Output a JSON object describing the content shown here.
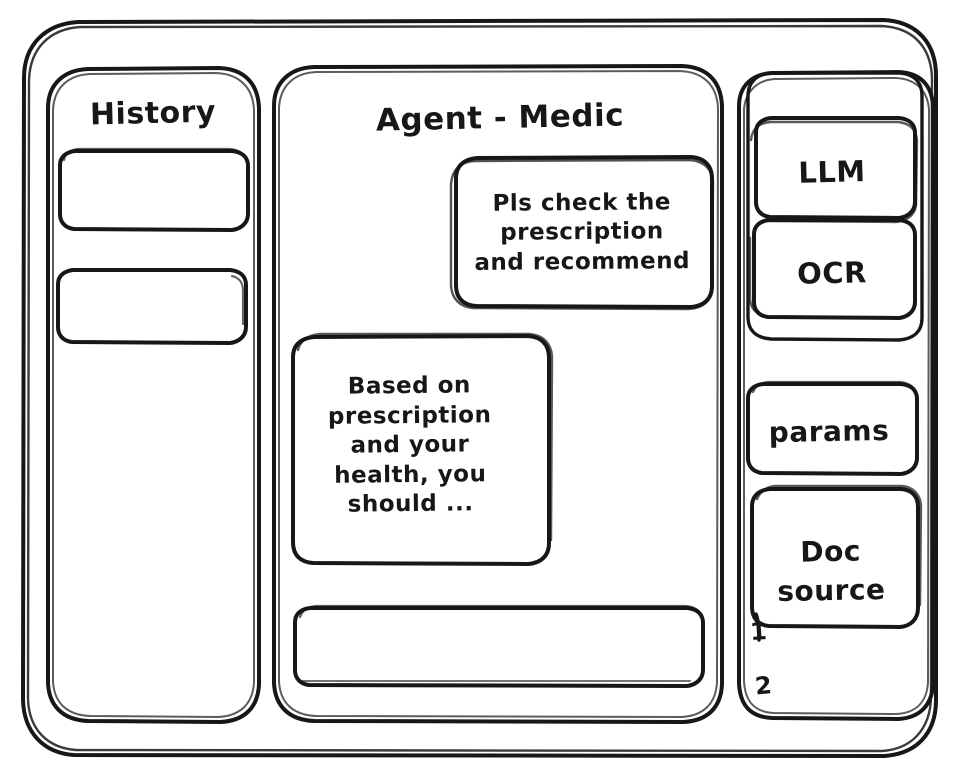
{
  "app": {
    "type": "wireframe-sketch",
    "ink_color": "#171717",
    "paper_color": "#ffffff"
  },
  "sidebar_left": {
    "title": "History",
    "items": [
      {
        "label": "",
        "name": "history-item-1"
      },
      {
        "label": "",
        "name": "history-item-2"
      }
    ]
  },
  "main": {
    "title": "Agent - Medic",
    "messages": [
      {
        "role": "user",
        "text": "Pls check the\nprescription\nand recommend"
      },
      {
        "role": "agent",
        "text": "Based on\nprescription\nand your\nhealth, you\nshould ..."
      }
    ],
    "composer": {
      "value": "",
      "placeholder": ""
    }
  },
  "sidebar_right": {
    "tools": [
      {
        "label": "LLM",
        "name": "tool-llm"
      },
      {
        "label": "OCR",
        "name": "tool-ocr"
      }
    ],
    "params_label": "params",
    "doc_source_label": "Doc\nsource",
    "doc_source_items": [
      {
        "marker": "1"
      },
      {
        "marker": "2"
      }
    ]
  }
}
